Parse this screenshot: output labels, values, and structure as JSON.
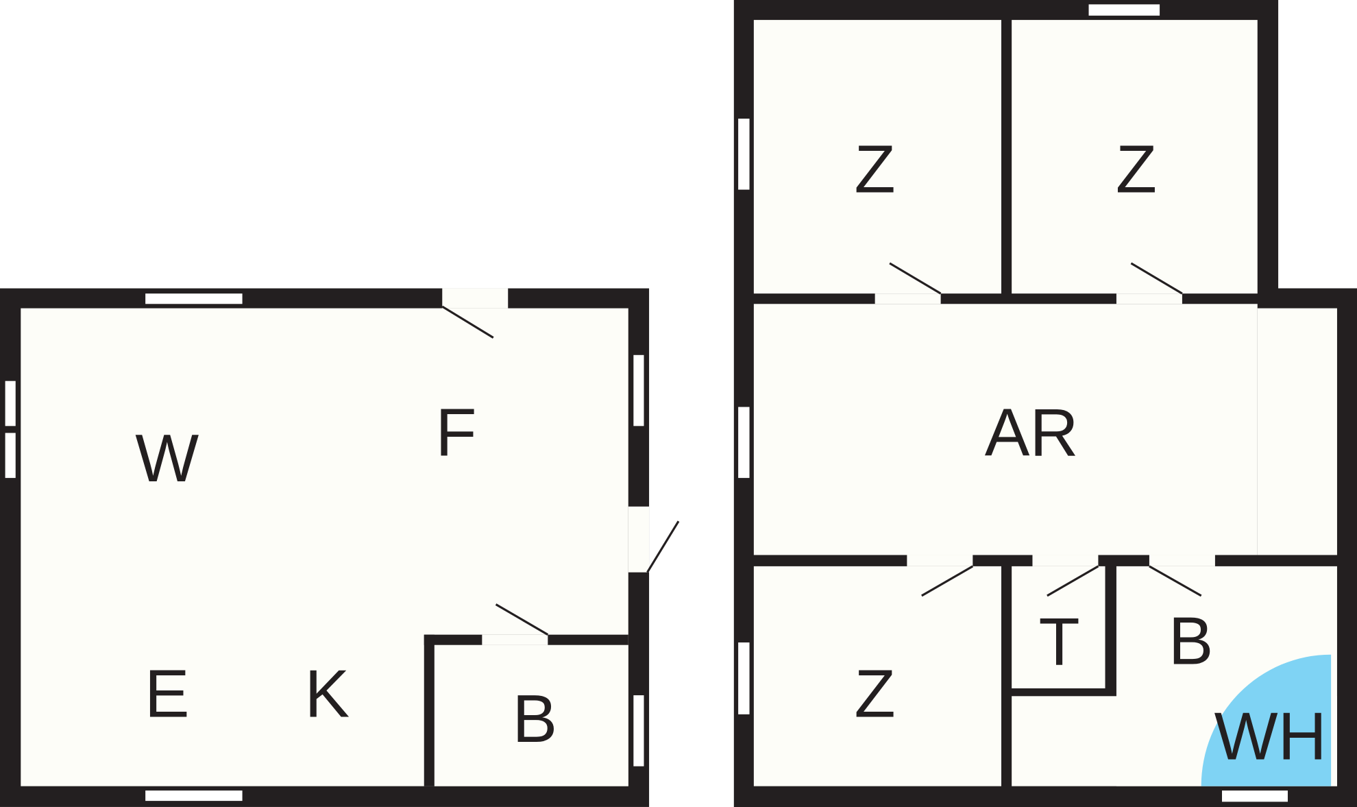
{
  "colors": {
    "wall": "#231f20",
    "floor": "#fdfdf8",
    "water_heater": "#7fd3f4"
  },
  "left_unit": {
    "labels": {
      "w": "W",
      "f": "F",
      "e": "E",
      "k": "K",
      "b": "B"
    }
  },
  "right_unit": {
    "labels": {
      "z1": "Z",
      "z2": "Z",
      "ar": "AR",
      "z3": "Z",
      "t": "T",
      "b": "B",
      "wh": "WH"
    }
  }
}
